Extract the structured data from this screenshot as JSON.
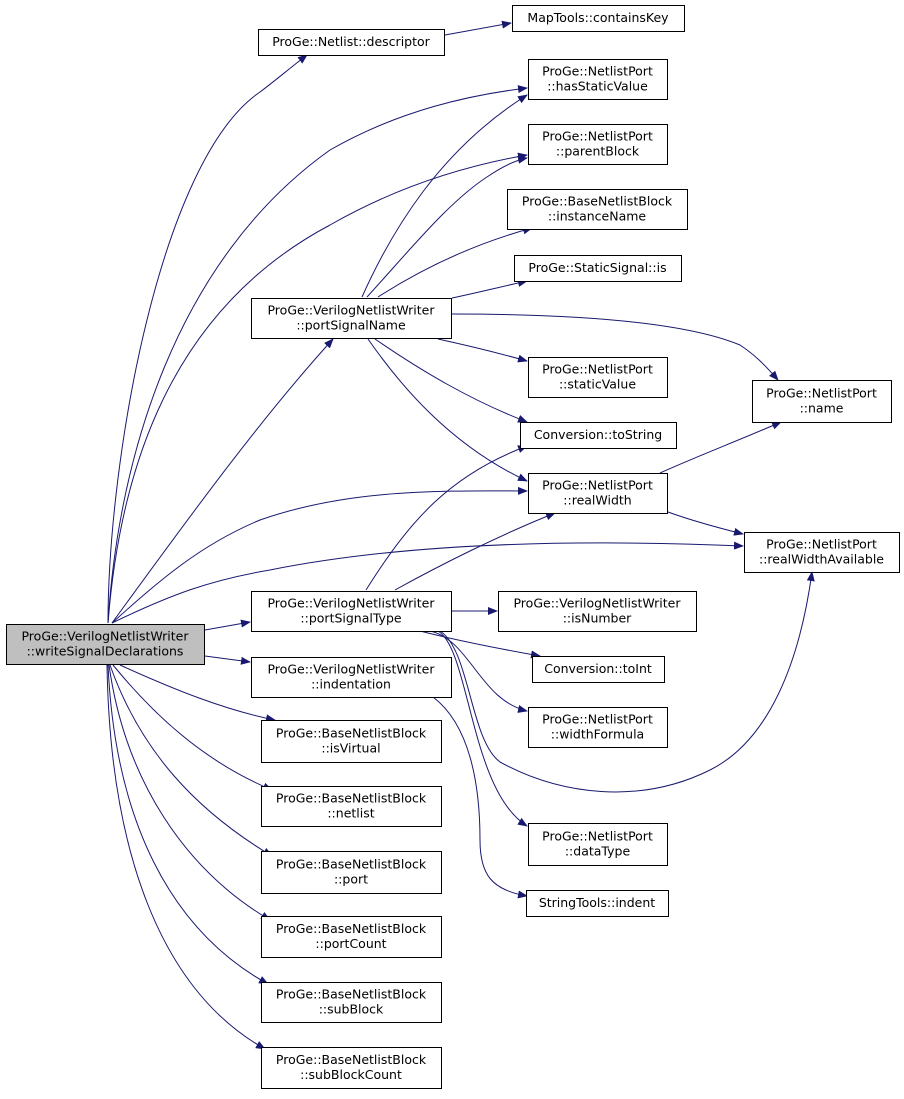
{
  "graph": {
    "colors": {
      "edge": "#191970",
      "node_border": "#000000",
      "node_fill": "#ffffff",
      "root_fill": "#bfbfbf"
    },
    "root_node": "n_root",
    "nodes": [
      {
        "id": "n_root",
        "lines": [
          "ProGe::VerilogNetlistWriter",
          "::writeSignalDeclarations"
        ]
      },
      {
        "id": "n_descriptor",
        "lines": [
          "ProGe::Netlist::descriptor"
        ]
      },
      {
        "id": "n_containsKey",
        "lines": [
          "MapTools::containsKey"
        ]
      },
      {
        "id": "n_hasStaticValue",
        "lines": [
          "ProGe::NetlistPort",
          "::hasStaticValue"
        ]
      },
      {
        "id": "n_parentBlock",
        "lines": [
          "ProGe::NetlistPort",
          "::parentBlock"
        ]
      },
      {
        "id": "n_instanceName",
        "lines": [
          "ProGe::BaseNetlistBlock",
          "::instanceName"
        ]
      },
      {
        "id": "n_staticSignalIs",
        "lines": [
          "ProGe::StaticSignal::is"
        ]
      },
      {
        "id": "n_portSignalName",
        "lines": [
          "ProGe::VerilogNetlistWriter",
          "::portSignalName"
        ]
      },
      {
        "id": "n_staticValue",
        "lines": [
          "ProGe::NetlistPort",
          "::staticValue"
        ]
      },
      {
        "id": "n_name",
        "lines": [
          "ProGe::NetlistPort",
          "::name"
        ]
      },
      {
        "id": "n_toString",
        "lines": [
          "Conversion::toString"
        ]
      },
      {
        "id": "n_realWidth",
        "lines": [
          "ProGe::NetlistPort",
          "::realWidth"
        ]
      },
      {
        "id": "n_realWidthAvailable",
        "lines": [
          "ProGe::NetlistPort",
          "::realWidthAvailable"
        ]
      },
      {
        "id": "n_portSignalType",
        "lines": [
          "ProGe::VerilogNetlistWriter",
          "::portSignalType"
        ]
      },
      {
        "id": "n_isNumber",
        "lines": [
          "ProGe::VerilogNetlistWriter",
          "::isNumber"
        ]
      },
      {
        "id": "n_toInt",
        "lines": [
          "Conversion::toInt"
        ]
      },
      {
        "id": "n_indentation",
        "lines": [
          "ProGe::VerilogNetlistWriter",
          "::indentation"
        ]
      },
      {
        "id": "n_widthFormula",
        "lines": [
          "ProGe::NetlistPort",
          "::widthFormula"
        ]
      },
      {
        "id": "n_isVirtual",
        "lines": [
          "ProGe::BaseNetlistBlock",
          "::isVirtual"
        ]
      },
      {
        "id": "n_netlist",
        "lines": [
          "ProGe::BaseNetlistBlock",
          "::netlist"
        ]
      },
      {
        "id": "n_dataType",
        "lines": [
          "ProGe::NetlistPort",
          "::dataType"
        ]
      },
      {
        "id": "n_port",
        "lines": [
          "ProGe::BaseNetlistBlock",
          "::port"
        ]
      },
      {
        "id": "n_indent",
        "lines": [
          "StringTools::indent"
        ]
      },
      {
        "id": "n_portCount",
        "lines": [
          "ProGe::BaseNetlistBlock",
          "::portCount"
        ]
      },
      {
        "id": "n_subBlock",
        "lines": [
          "ProGe::BaseNetlistBlock",
          "::subBlock"
        ]
      },
      {
        "id": "n_subBlockCount",
        "lines": [
          "ProGe::BaseNetlistBlock",
          "::subBlockCount"
        ]
      }
    ],
    "edges": [
      {
        "from": "n_root",
        "to": "n_descriptor"
      },
      {
        "from": "n_root",
        "to": "n_hasStaticValue"
      },
      {
        "from": "n_root",
        "to": "n_parentBlock"
      },
      {
        "from": "n_root",
        "to": "n_portSignalName"
      },
      {
        "from": "n_root",
        "to": "n_realWidth"
      },
      {
        "from": "n_root",
        "to": "n_realWidthAvailable"
      },
      {
        "from": "n_root",
        "to": "n_portSignalType"
      },
      {
        "from": "n_root",
        "to": "n_indentation"
      },
      {
        "from": "n_root",
        "to": "n_isVirtual"
      },
      {
        "from": "n_root",
        "to": "n_netlist"
      },
      {
        "from": "n_root",
        "to": "n_port"
      },
      {
        "from": "n_root",
        "to": "n_portCount"
      },
      {
        "from": "n_root",
        "to": "n_subBlock"
      },
      {
        "from": "n_root",
        "to": "n_subBlockCount"
      },
      {
        "from": "n_descriptor",
        "to": "n_containsKey"
      },
      {
        "from": "n_portSignalName",
        "to": "n_hasStaticValue"
      },
      {
        "from": "n_portSignalName",
        "to": "n_parentBlock"
      },
      {
        "from": "n_portSignalName",
        "to": "n_instanceName"
      },
      {
        "from": "n_portSignalName",
        "to": "n_staticSignalIs"
      },
      {
        "from": "n_portSignalName",
        "to": "n_staticValue"
      },
      {
        "from": "n_portSignalName",
        "to": "n_name"
      },
      {
        "from": "n_portSignalName",
        "to": "n_toString"
      },
      {
        "from": "n_portSignalName",
        "to": "n_realWidth"
      },
      {
        "from": "n_realWidth",
        "to": "n_name"
      },
      {
        "from": "n_realWidth",
        "to": "n_realWidthAvailable"
      },
      {
        "from": "n_portSignalType",
        "to": "n_toString"
      },
      {
        "from": "n_portSignalType",
        "to": "n_realWidth"
      },
      {
        "from": "n_portSignalType",
        "to": "n_isNumber"
      },
      {
        "from": "n_portSignalType",
        "to": "n_toInt"
      },
      {
        "from": "n_portSignalType",
        "to": "n_widthFormula"
      },
      {
        "from": "n_portSignalType",
        "to": "n_realWidthAvailable"
      },
      {
        "from": "n_portSignalType",
        "to": "n_dataType"
      },
      {
        "from": "n_indentation",
        "to": "n_indent"
      }
    ]
  }
}
